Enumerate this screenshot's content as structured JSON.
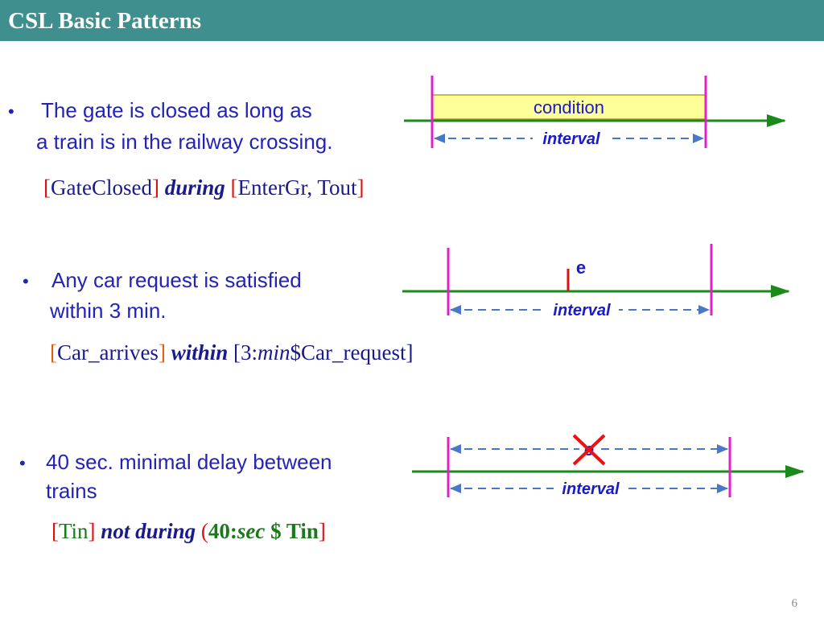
{
  "slide": {
    "title": "CSL Basic Patterns",
    "page_number": "6"
  },
  "patterns": [
    {
      "bullet": "•",
      "lines": [
        "The gate is closed as long as",
        "a train is in the railway crossing."
      ],
      "formula": {
        "open1": "[",
        "event": "GateClosed",
        "close1": "]",
        "op": "during",
        "open2": "[",
        "args": "EnterGr, Tout",
        "close2": "]"
      },
      "diagram": {
        "box_label": "condition",
        "interval_label": "interval"
      }
    },
    {
      "bullet": "•",
      "lines": [
        "Any car request is satisfied",
        "within 3 min."
      ],
      "formula": {
        "open1": "[",
        "event": "Car_arrives",
        "close1": "]",
        "op": "within",
        "rest_a": "[3:",
        "unit": "min",
        "rest_b": "$Car_request]"
      },
      "diagram": {
        "event_label": "e",
        "interval_label": "interval"
      }
    },
    {
      "bullet": "•",
      "lines": [
        "40 sec. minimal delay between",
        "trains"
      ],
      "formula": {
        "open1": "[",
        "event": "Tin",
        "close1": "]",
        "op": "not during",
        "open2": "(",
        "num": "40:",
        "unit": "sec",
        "tail": " $ Tin",
        "close2": "]"
      },
      "diagram": {
        "event_label": "e",
        "interval_label": "interval"
      }
    }
  ],
  "colors": {
    "header_bg": "#3f8f8f",
    "bullet_text": "#2323b8",
    "timeline": "#1a8a1a",
    "boundary": "#e020c8",
    "interval_arrow": "#4a78c8",
    "condition_fill": "#ffff99",
    "event_mark": "#dd1111"
  }
}
